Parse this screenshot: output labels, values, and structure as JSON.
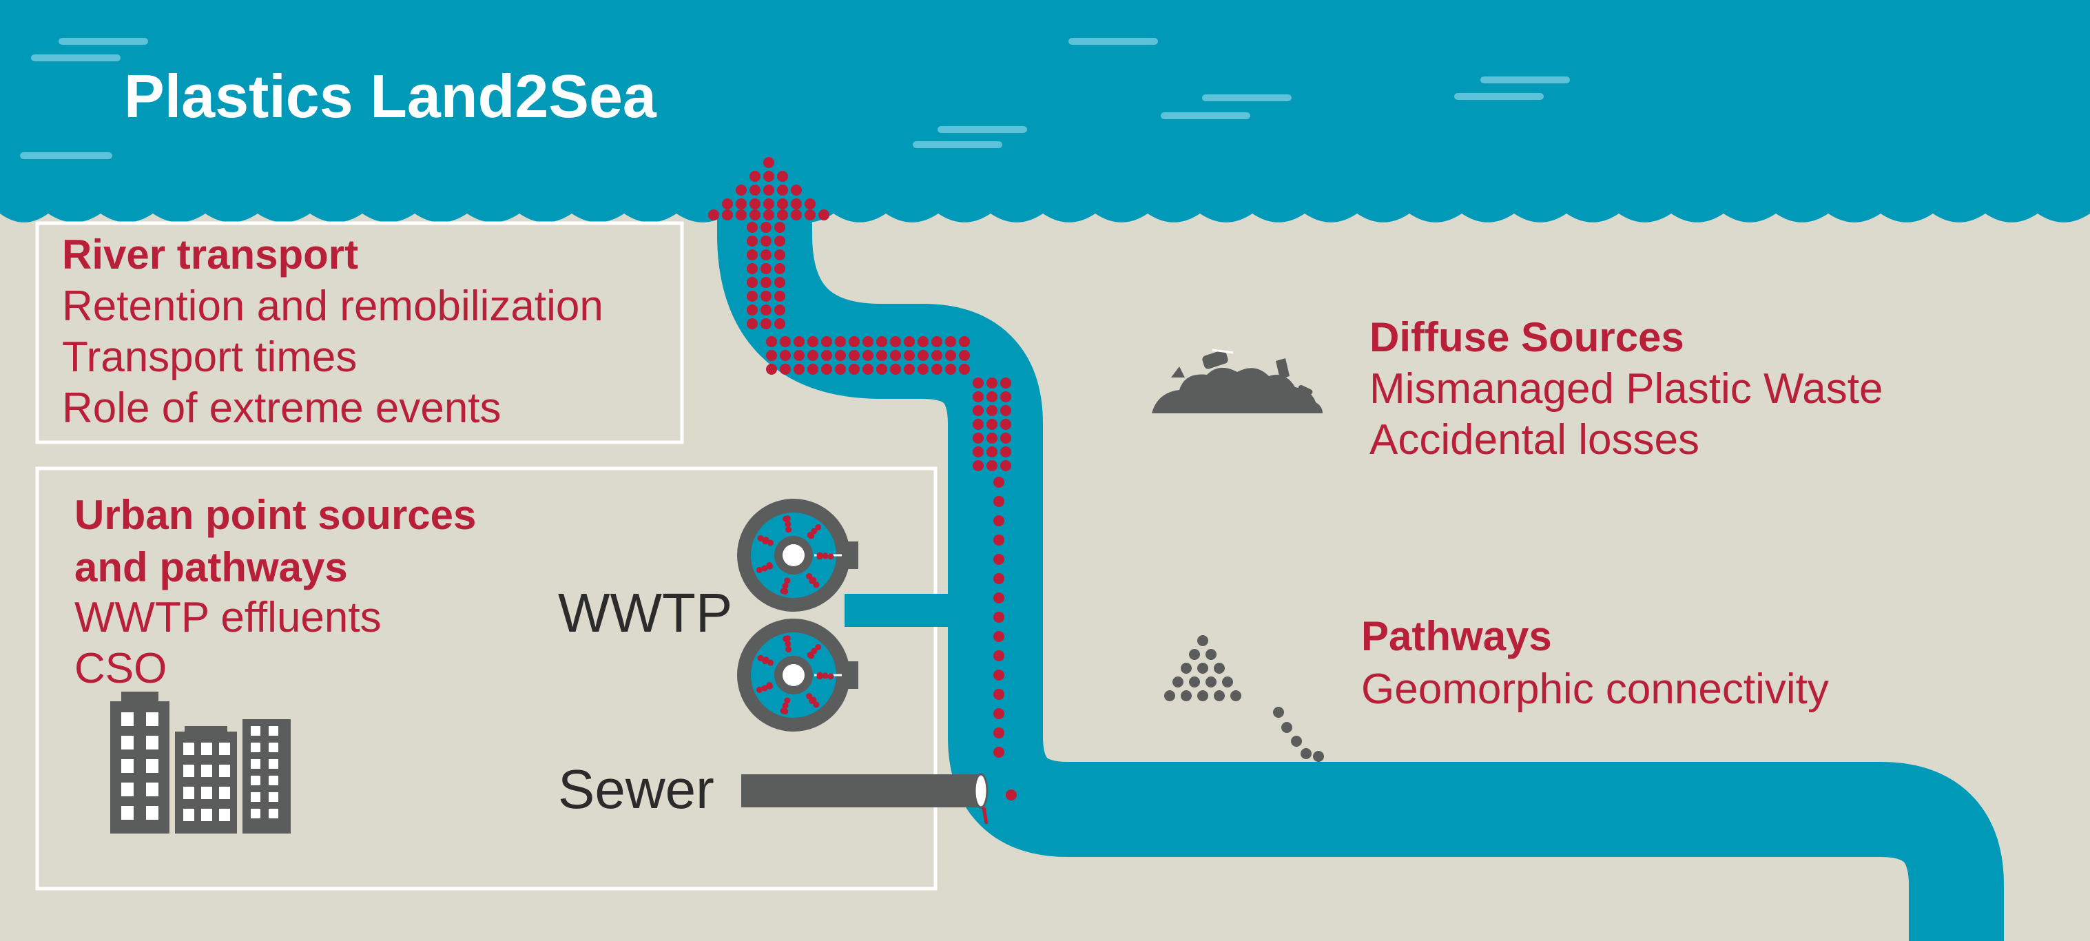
{
  "title": "Plastics Land2Sea",
  "colors": {
    "sea": "#009ab8",
    "ground": "#dcd9cd",
    "river": "#009ab8",
    "particles": "#c01c35",
    "icons": "#5b5c5c",
    "accent_text": "#b8203a",
    "box_border": "#ffffff"
  },
  "river_transport": {
    "heading": "River transport",
    "items": [
      "Retention and remobilization",
      "Transport times",
      "Role of extreme events"
    ]
  },
  "urban": {
    "heading_line1": "Urban point sources",
    "heading_line2": "and pathways",
    "items": [
      "WWTP effluents",
      "CSO"
    ],
    "wwtp_label": "WWTP",
    "sewer_label": "Sewer"
  },
  "diffuse": {
    "heading": "Diffuse Sources",
    "items": [
      "Mismanaged Plastic Waste",
      "Accidental losses"
    ]
  },
  "pathways": {
    "heading": "Pathways",
    "items": [
      "Geomorphic connectivity"
    ]
  },
  "icons": [
    "waves-icon",
    "buildings-icon",
    "wwtp-tank-icon",
    "sewer-pipe-icon",
    "waste-pile-icon",
    "particle-pyramid-icon",
    "upward-arrow-icon"
  ]
}
